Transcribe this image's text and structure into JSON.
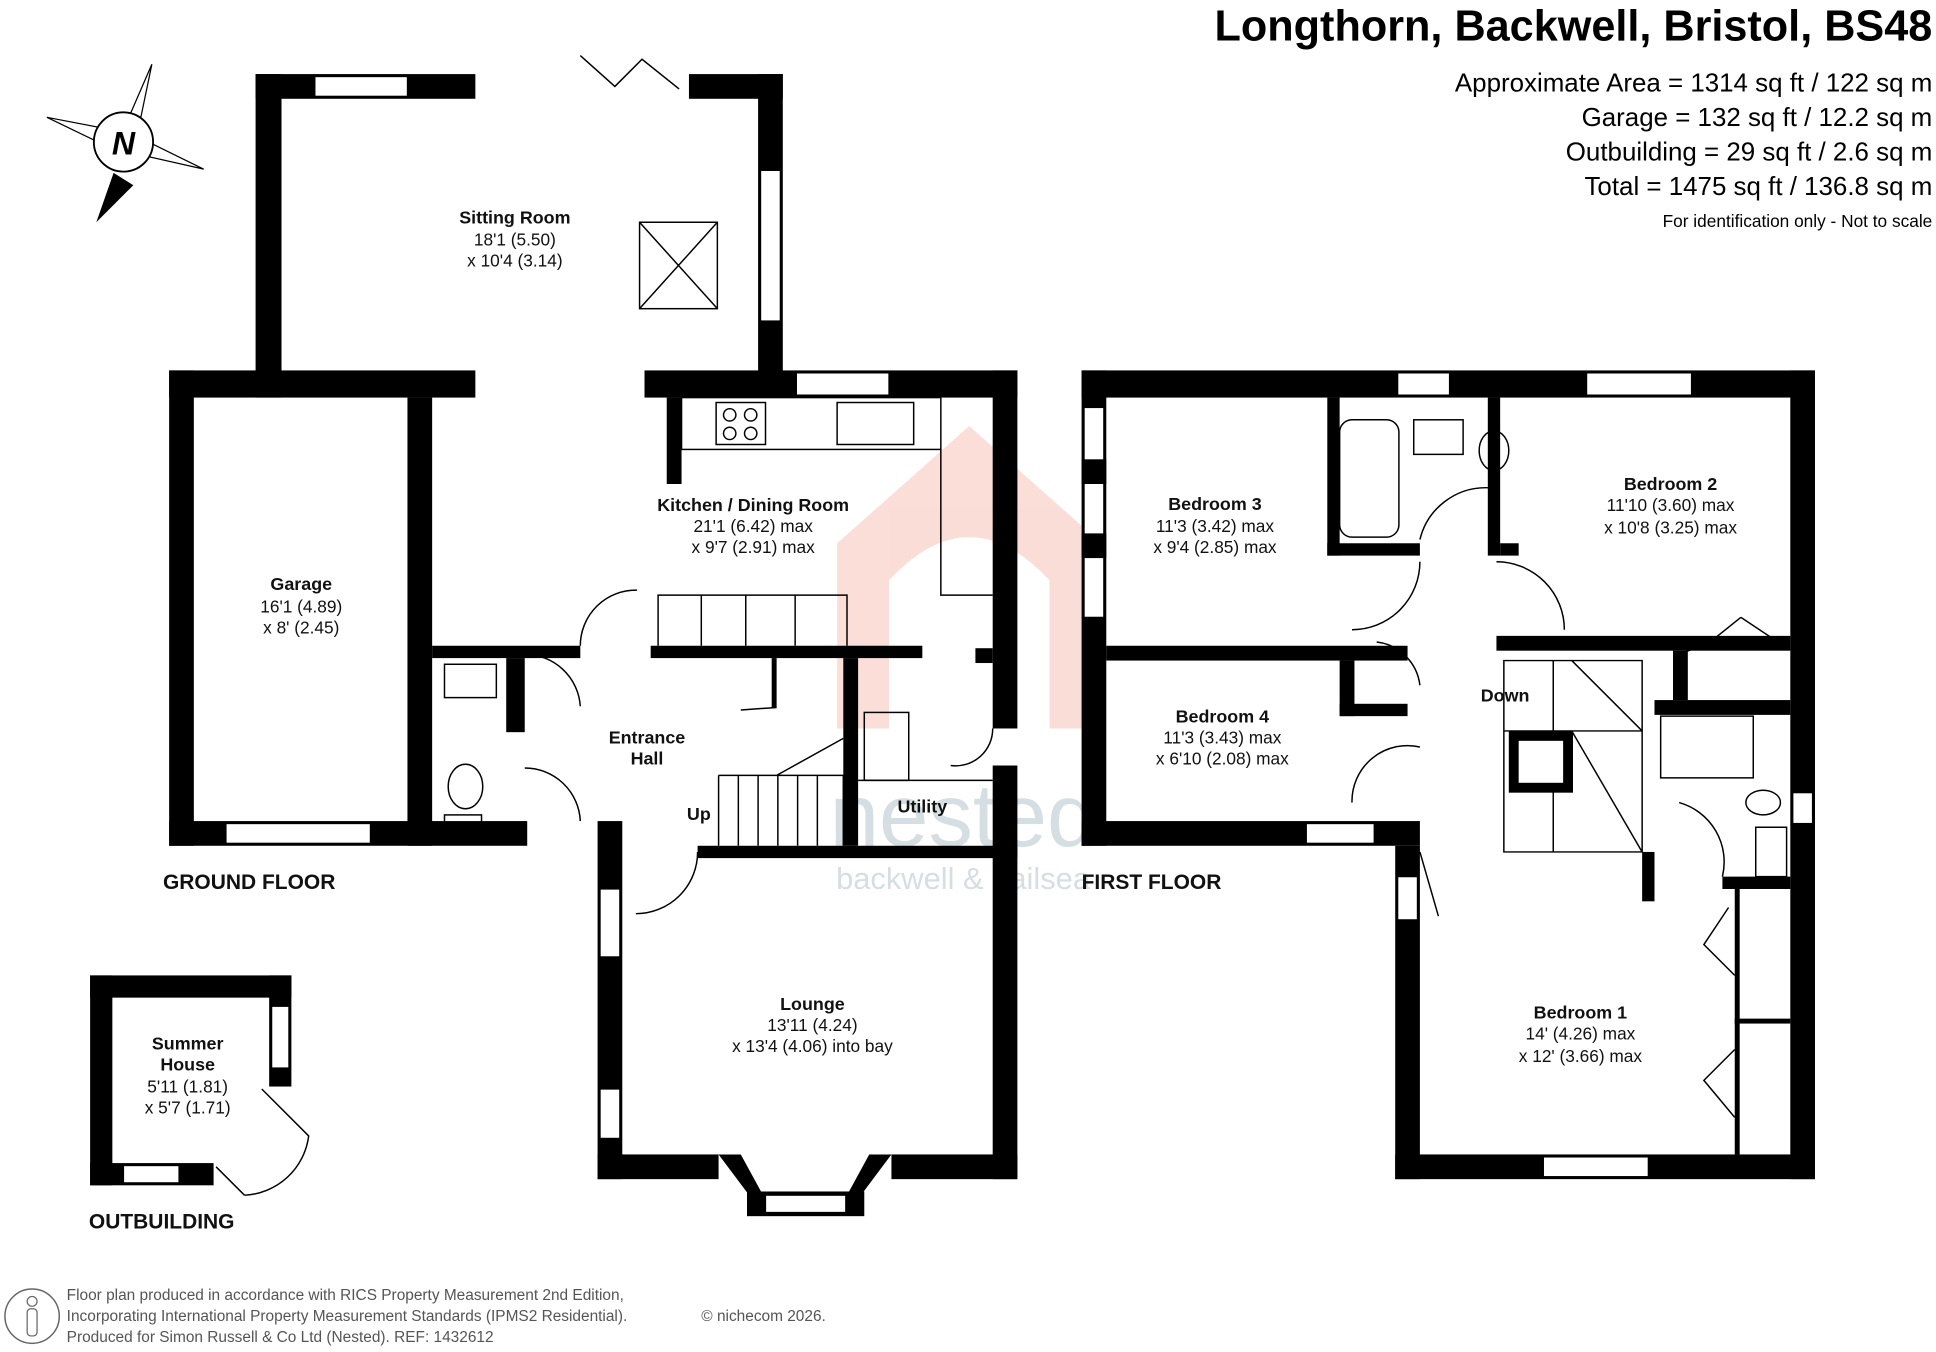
{
  "header": {
    "title": "Longthorn, Backwell, Bristol, BS48",
    "areas": [
      "Approximate Area = 1314 sq ft / 122 sq m",
      "Garage = 132 sq ft / 12.2 sq m",
      "Outbuilding = 29 sq ft / 2.6 sq m",
      "Total = 1475 sq ft / 136.8 sq m"
    ],
    "disclaimer": "For identification only - Not to scale"
  },
  "compass": {
    "label": "N"
  },
  "floors": {
    "ground": "GROUND FLOOR",
    "first": "FIRST FLOOR",
    "outbuilding": "OUTBUILDING"
  },
  "rooms": {
    "sitting": {
      "name": "Sitting Room",
      "dim1": "18'1 (5.50)",
      "dim2": "x 10'4 (3.14)"
    },
    "garage": {
      "name": "Garage",
      "dim1": "16'1 (4.89)",
      "dim2": "x 8' (2.45)"
    },
    "kitchen": {
      "name": "Kitchen / Dining Room",
      "dim1": "21'1 (6.42) max",
      "dim2": "x 9'7 (2.91) max"
    },
    "hall": {
      "name1": "Entrance",
      "name2": "Hall"
    },
    "utility": {
      "name": "Utility"
    },
    "lounge": {
      "name": "Lounge",
      "dim1": "13'11 (4.24)",
      "dim2": "x 13'4 (4.06) into bay"
    },
    "summer": {
      "name1": "Summer",
      "name2": "House",
      "dim1": "5'11 (1.81)",
      "dim2": "x 5'7 (1.71)"
    },
    "bed3": {
      "name": "Bedroom 3",
      "dim1": "11'3 (3.42) max",
      "dim2": "x 9'4 (2.85) max"
    },
    "bed2": {
      "name": "Bedroom 2",
      "dim1": "11'10 (3.60) max",
      "dim2": "x 10'8 (3.25) max"
    },
    "bed4": {
      "name": "Bedroom 4",
      "dim1": "11'3 (3.43) max",
      "dim2": "x 6'10 (2.08) max"
    },
    "bed1": {
      "name": "Bedroom 1",
      "dim1": "14' (4.26) max",
      "dim2": "x 12' (3.66) max"
    }
  },
  "stairs": {
    "up": "Up",
    "down": "Down"
  },
  "watermark": {
    "brand": "nested",
    "sub": "backwell & nailsea"
  },
  "footer": {
    "lines": [
      "Floor plan produced in accordance with RICS Property Measurement 2nd Edition,",
      "Incorporating International Property Measurement Standards (IPMS2 Residential).",
      "Produced for Simon Russell & Co Ltd (Nested).   REF: 1432612"
    ],
    "copyright": "© nichecom 2026."
  }
}
